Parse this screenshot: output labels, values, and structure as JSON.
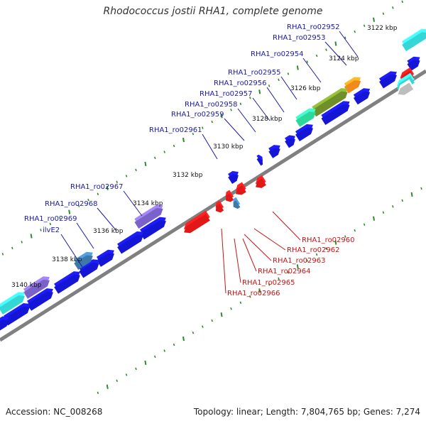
{
  "title": "Rhodococcus jostii RHA1, complete genome",
  "footer": {
    "accession": "Accession: NC_008268",
    "summary": "Topology: linear; Length: 7,804,765 bp; Genes: 7,274"
  },
  "colors": {
    "background": "#ffffff",
    "backbone": "#808080",
    "forward_gene": "#1515d6",
    "reverse_gene": "#e01818",
    "forward_label": "#1a1aa8",
    "reverse_label": "#c81414",
    "tick": "#2e8b2e",
    "cyan": "#35d6d6",
    "olive": "#6f8f2a",
    "orange": "#f08a1a",
    "aqua_green": "#2ed89a",
    "lavender": "#7a63c8",
    "steel": "#3c78a8",
    "grey": "#bdbdbd"
  },
  "kbp_ticks": [
    "3122 kbp",
    "3124 kbp",
    "3126 kbp",
    "3128 kbp",
    "3130 kbp",
    "3132 kbp",
    "3134 kbp",
    "3136 kbp",
    "3138 kbp",
    "3140 kbp"
  ],
  "forward_labels": [
    "RHA1_ro02952",
    "RHA1_ro02953",
    "RHA1_ro02954",
    "RHA1_ro02955",
    "RHA1_ro02956",
    "RHA1_ro02957",
    "RHA1_ro02958",
    "RHA1_ro02959",
    "RHA1_ro02961",
    "RHA1_ro02967",
    "RHA1_ro02968",
    "RHA1_ro02969",
    "ilvE2"
  ],
  "reverse_labels": [
    "RHA1_ro02960",
    "RHA1_ro02962",
    "RHA1_ro02963",
    "RHA1_ro02964",
    "RHA1_ro02965",
    "RHA1_ro02966"
  ]
}
